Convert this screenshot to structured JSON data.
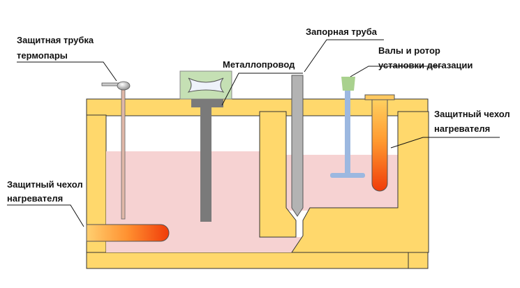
{
  "labels": {
    "thermocouple_tube_line1": "Защитная трубка",
    "thermocouple_tube_line2": "термопары",
    "metal_conduit": "Металлопровод",
    "shutoff_pipe": "Запорная труба",
    "shafts_rotor_line1": "Валы и ротор",
    "shafts_rotor_line2": "установки дегазации",
    "heater_sheath_right_line1": "Защитный чехол",
    "heater_sheath_right_line2": "нагревателя",
    "heater_sheath_left_line1": "Защитный чехол",
    "heater_sheath_left_line2": "нагревателя"
  },
  "colors": {
    "furnace_wall": "#ffd86c",
    "furnace_outline": "#333333",
    "molten_metal": "#f6d2d2",
    "conduit": "#7a7a7a",
    "conduit_fitting": "#c5e0b4",
    "degasser_shaft": "#9cb8e0",
    "degasser_head": "#a9d18e",
    "thermocouple_tube": "#e0b8a8",
    "heater_hot": "#f05010",
    "heater_warm": "#ffb030"
  }
}
